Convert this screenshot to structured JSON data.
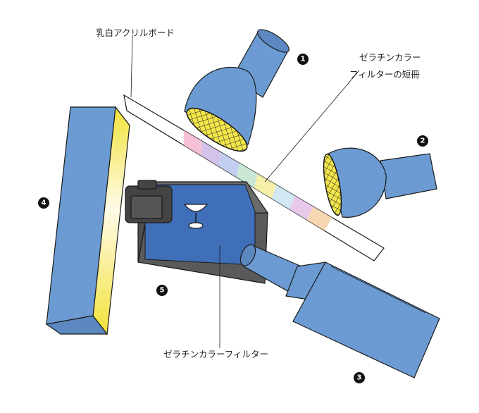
{
  "labels": {
    "acrylic_board": "乳白アクリルボード",
    "filter_strip_line1": "ゼラチンカラー",
    "filter_strip_line2": "フィルターの短冊",
    "gel_filter": "ゼラチンカラーフィルター"
  },
  "markers": [
    "1",
    "2",
    "3",
    "4",
    "5"
  ],
  "colors": {
    "light_blue": "#6b9bd2",
    "deep_blue": "#3f6fb8",
    "box_gray": "#5f5f5f",
    "camera_dark": "#444444",
    "grid_yellow": "#f2e64a",
    "outline": "#1a1a1a"
  },
  "strip_colors": [
    "#f4b6cf",
    "#cbb8e6",
    "#b6c6ee",
    "#bfe3cc",
    "#f4ec9a",
    "#c9e4f2",
    "#e3c0e6",
    "#f6cfa6"
  ]
}
